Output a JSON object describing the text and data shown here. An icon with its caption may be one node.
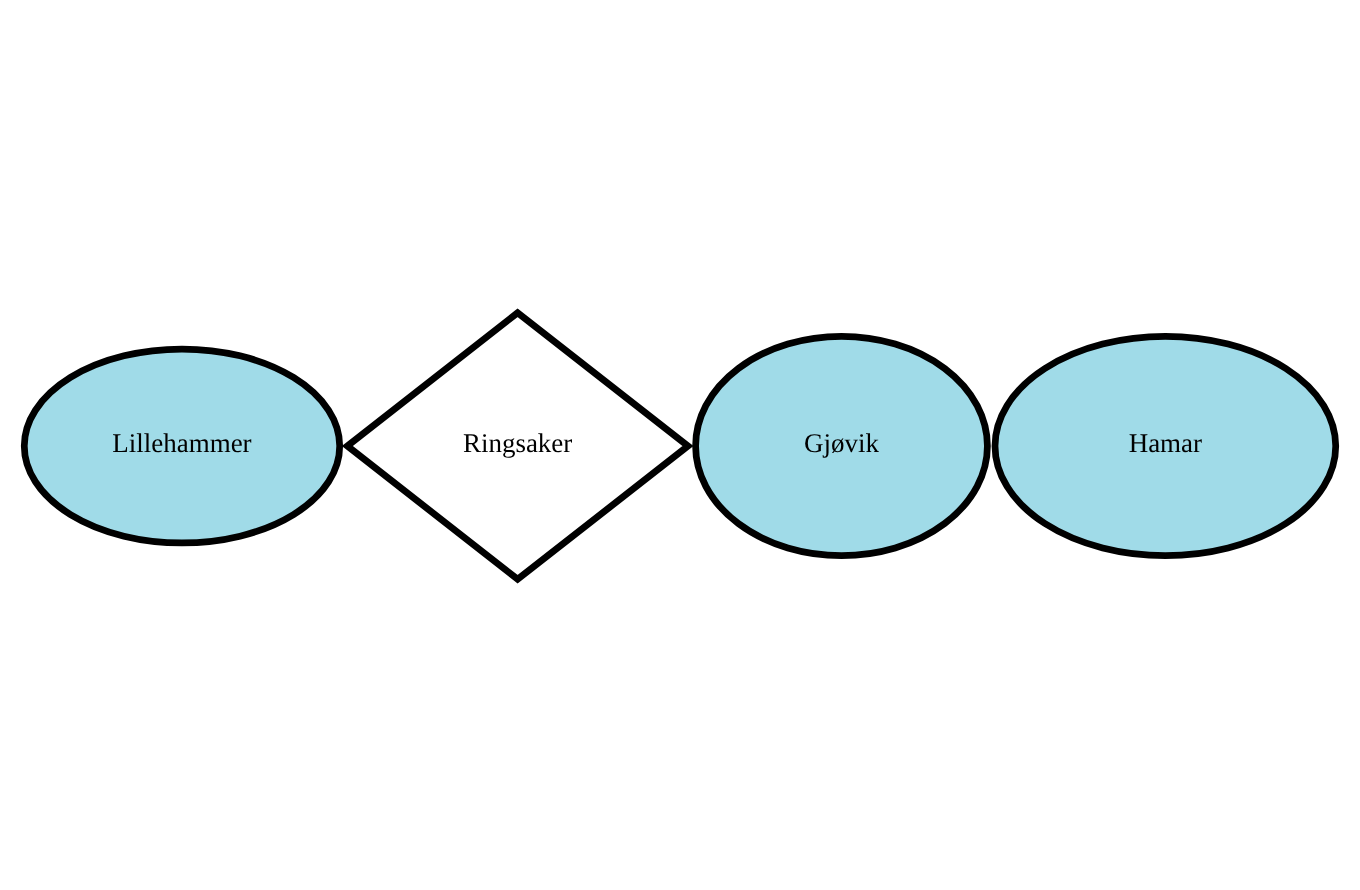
{
  "diagram": {
    "nodes": [
      {
        "text": [
          "Lillehammer"
        ]
      },
      {
        "text": [
          "Ringsaker"
        ]
      },
      {
        "text": [
          "Gjøvik"
        ]
      },
      {
        "text": [
          "Hamar"
        ]
      }
    ]
  }
}
